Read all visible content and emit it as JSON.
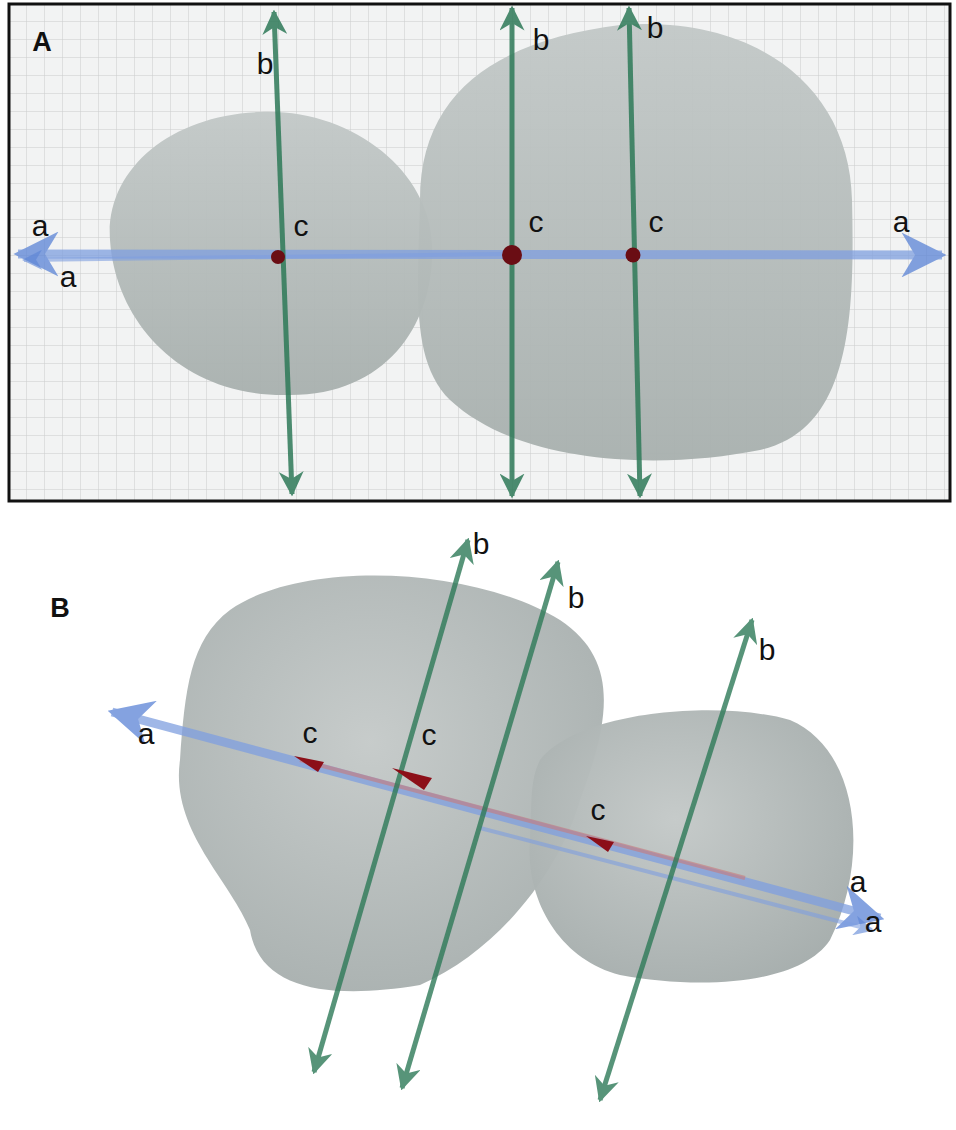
{
  "diagram": {
    "labels": [
      "A",
      "b",
      "b",
      "b",
      "a",
      "a",
      "c",
      "c",
      "c",
      "a",
      "B",
      "b",
      "b",
      "b",
      "a",
      "c",
      "c",
      "c",
      "a",
      "a"
    ]
  }
}
